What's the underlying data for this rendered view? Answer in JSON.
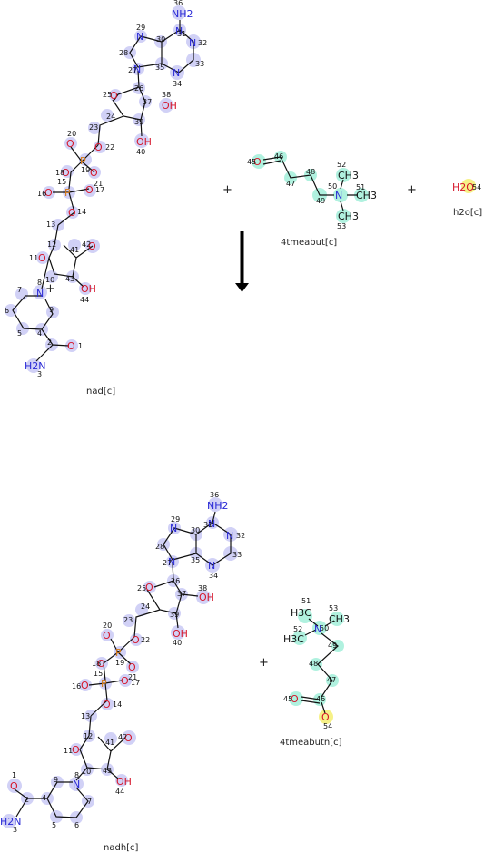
{
  "colors": {
    "hl_blue": "#c9c9f5",
    "hl_green": "#a8f0dc",
    "hl_yellow": "#f5f07a",
    "nitrogen": "#2a2ad6",
    "oxygen": "#d6162a",
    "phosphorus": "#d67a16",
    "arrow": "#000000"
  },
  "reactants": [
    {
      "id": "nad",
      "label": "nad[c]"
    },
    {
      "id": "tmeabut",
      "label": "4tmeabut[c]"
    },
    {
      "id": "h2o",
      "label": "h2o[c]"
    }
  ],
  "products": [
    {
      "id": "nadh",
      "label": "nadh[c]"
    },
    {
      "id": "tmeabutn",
      "label": "4tmeabutn[c]"
    }
  ],
  "operators": {
    "plus": "+"
  },
  "atoms": {
    "nh2": "NH2",
    "h2n": "H2N",
    "n": "N",
    "o": "O",
    "p": "P",
    "oh": "OH",
    "ch3": "CH3",
    "h3c": "H3C",
    "h2o": "H2O"
  }
}
